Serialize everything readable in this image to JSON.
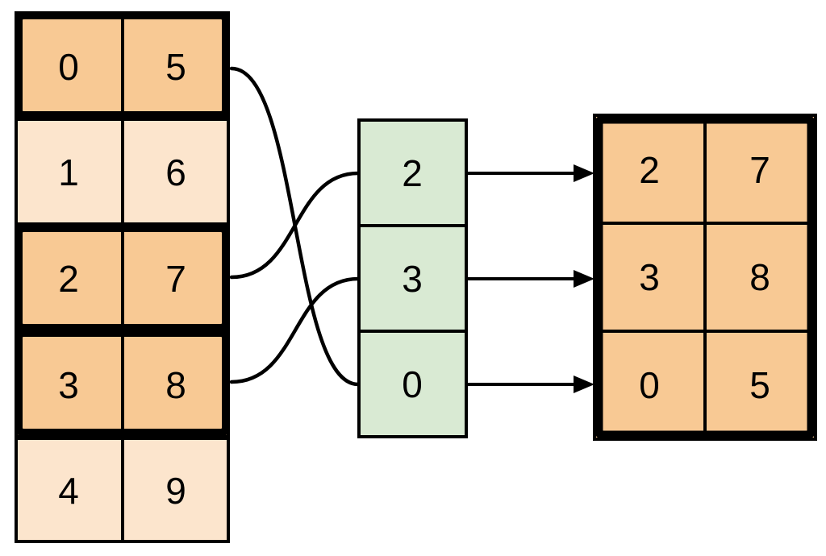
{
  "colors": {
    "highlight_row": "#f8c994",
    "muted_row": "#fce5cd",
    "index_cell": "#d9ead3",
    "line": "#000000",
    "background": "#ffffff"
  },
  "source_table": {
    "rows": [
      {
        "cells": [
          "0",
          "5"
        ],
        "highlighted": true
      },
      {
        "cells": [
          "1",
          "6"
        ],
        "highlighted": false
      },
      {
        "cells": [
          "2",
          "7"
        ],
        "highlighted": true
      },
      {
        "cells": [
          "3",
          "8"
        ],
        "highlighted": true
      },
      {
        "cells": [
          "4",
          "9"
        ],
        "highlighted": false
      }
    ]
  },
  "index_column": {
    "cells": [
      "2",
      "3",
      "0"
    ]
  },
  "result_table": {
    "rows": [
      {
        "cells": [
          "2",
          "7"
        ]
      },
      {
        "cells": [
          "3",
          "8"
        ]
      },
      {
        "cells": [
          "0",
          "5"
        ]
      }
    ]
  },
  "mappings": [
    {
      "source_row_values": [
        "0",
        "5"
      ],
      "index_value": "0"
    },
    {
      "source_row_values": [
        "2",
        "7"
      ],
      "index_value": "2"
    },
    {
      "source_row_values": [
        "3",
        "8"
      ],
      "index_value": "3"
    }
  ]
}
